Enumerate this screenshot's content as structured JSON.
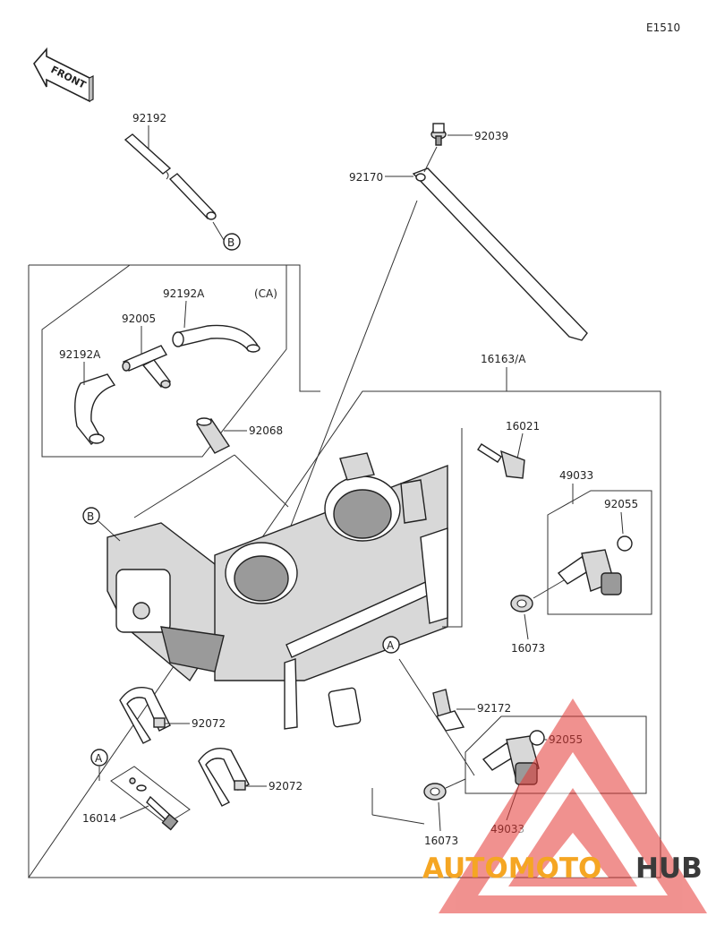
{
  "diagram_code": "E1510",
  "front_label": "FRONT",
  "parts": {
    "p92192": "92192",
    "p92039": "92039",
    "p92170": "92170",
    "p92192A_ca": "92192A",
    "ca_note": "(CA)",
    "p92005": "92005",
    "p92192A": "92192A",
    "p16163A": "16163/A",
    "p92068": "92068",
    "p16021": "16021",
    "p49033_top": "49033",
    "p92055_top": "92055",
    "p16073_top": "16073",
    "p92172": "92172",
    "p92072_a": "92072",
    "p92072_b": "92072",
    "p16014": "16014",
    "p92055_bottom": "92055",
    "p16073_bottom": "16073",
    "p49033_bottom": "49033"
  },
  "callouts": {
    "b_top": "B",
    "b_body": "B",
    "a_body": "A",
    "a_left": "A"
  },
  "watermark": {
    "word1": "AUTOMOTO",
    "word2": "HUB",
    "accent_color": "#e53935",
    "orange_color": "#f5a623"
  }
}
